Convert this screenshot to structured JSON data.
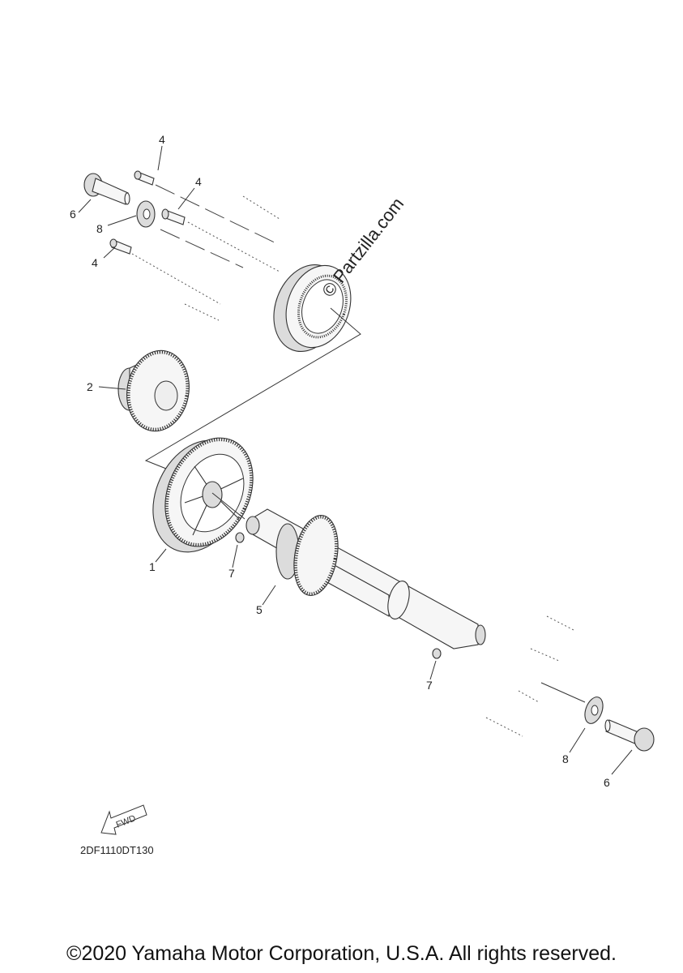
{
  "diagram": {
    "code": "2DF1110DT130",
    "watermark": "© Partzilla.com",
    "fwd_label": "FWD",
    "copyright": "©2020 Yamaha Motor Corporation, U.S.A. All rights reserved.",
    "callouts": {
      "c4_top": "4",
      "c4_mid": "4",
      "c4_low": "4",
      "c6_top": "6",
      "c8_top": "8",
      "c2": "2",
      "c1": "1",
      "c7_left": "7",
      "c5": "5",
      "c7_right": "7",
      "c8_bottom": "8",
      "c6_bottom": "6"
    }
  }
}
